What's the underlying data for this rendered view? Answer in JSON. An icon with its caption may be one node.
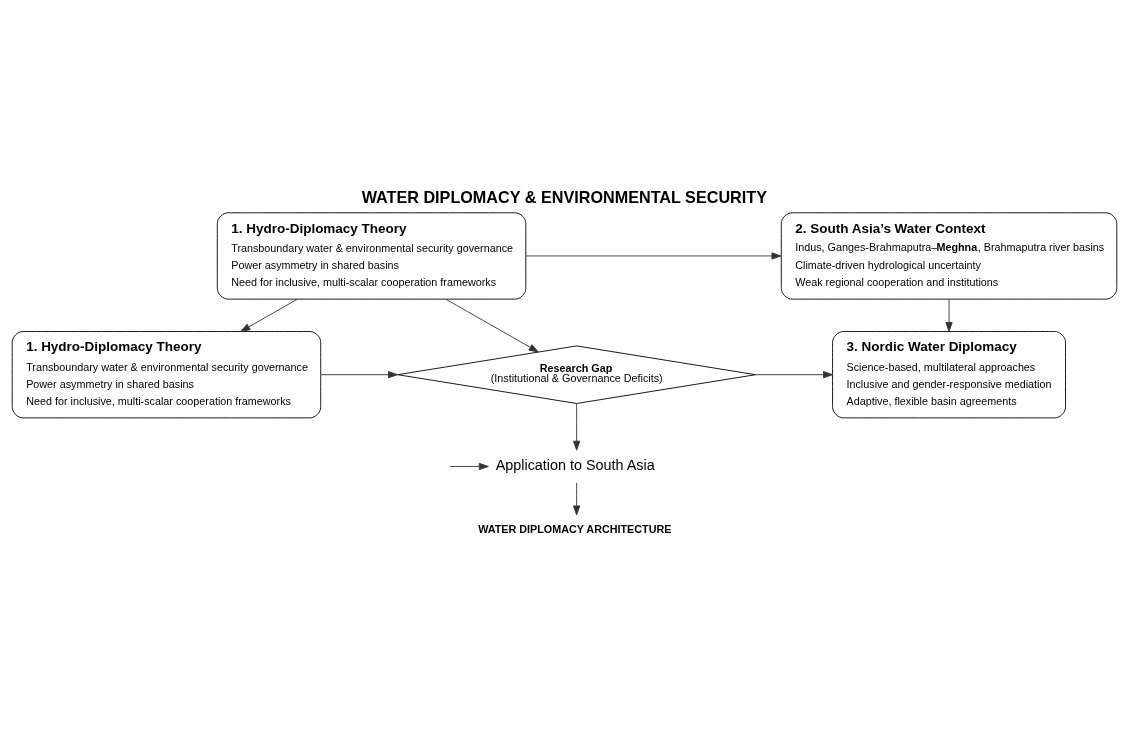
{
  "diagram": {
    "title": "WATER DIPLOMACY & ENVIRONMENTAL SECURITY",
    "nodes": [
      {
        "text": [
          "1. Hydro-Diplomacy Theory",
          "Transboundary water & environmental security governance",
          "Power asymmetry in shared basins",
          "Need for inclusive, multi-scalar cooperation frameworks"
        ]
      },
      {
        "text": [
          "2. South Asia’s Water Context",
          "Indus, Ganges-Brahmaputra–**Meghna**, Brahmaputra river basins",
          "Climate-driven hydrological uncertainty",
          "Weak regional cooperation and institutions"
        ]
      },
      {
        "text": [
          "Research Gap",
          "(Institutional & Governance Deficits)"
        ]
      },
      {
        "text": [
          "1. Hydro-Diplomacy Theory",
          "Transboundary water & environmental security governance",
          "Power asymmetry in shared basins",
          "Need for inclusive, multi-scalar cooperation frameworks"
        ]
      },
      {
        "text": [
          "3. Nordic Water Diplomacy",
          "Science-based, multilateral approaches",
          "Inclusive and gender-responsive mediation",
          "Adaptive, flexible basin agreements"
        ]
      },
      {
        "text": [
          "Application to South Asia"
        ]
      },
      {
        "text": [
          "WATER DIPLOMACY ARCHITECTURE"
        ]
      }
    ],
    "edges": [
      {
        "from": 0,
        "to": 1,
        "arrow": "to"
      },
      {
        "from": 0,
        "to": 2,
        "arrow": "to"
      },
      {
        "from": 0,
        "to": 3,
        "arrow": "to"
      },
      {
        "from": 1,
        "to": 4,
        "arrow": "to"
      },
      {
        "from": 3,
        "to": 2,
        "arrow": "to"
      },
      {
        "from": 2,
        "to": 4,
        "arrow": "to"
      },
      {
        "from": 2,
        "to": 5,
        "arrow": "to"
      },
      {
        "from": null,
        "to": 5,
        "arrow": "to"
      },
      {
        "from": 5,
        "to": 6,
        "arrow": "to"
      }
    ]
  }
}
